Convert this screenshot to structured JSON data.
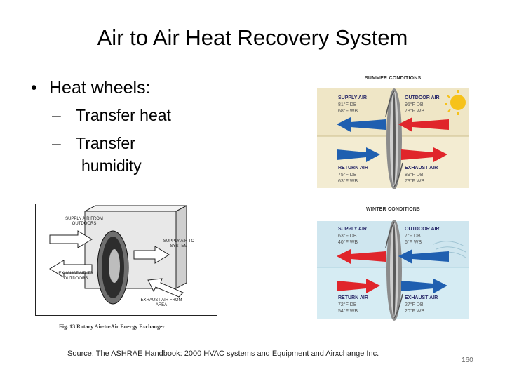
{
  "slide": {
    "title": "Air to Air Heat Recovery System",
    "bullet": "Heat wheels:",
    "sub_items": [
      "Transfer heat",
      "Transfer",
      "humidity"
    ],
    "source": "Source: The ASHRAE Handbook: 2000 HVAC systems and Equipment and Airxchange Inc.",
    "page_number": "160"
  },
  "summer": {
    "title": "SUMMER CONDITIONS",
    "supply_label": "SUPPLY AIR",
    "supply_db": "81°F DB",
    "supply_wb": "68°F WB",
    "outdoor_label": "OUTDOOR AIR",
    "outdoor_db": "95°F DB",
    "outdoor_wb": "78°F WB",
    "return_label": "RETURN AIR",
    "return_db": "75°F DB",
    "return_wb": "63°F WB",
    "exhaust_label": "EXHAUST AIR",
    "exhaust_db": "89°F DB",
    "exhaust_wb": "73°F WB"
  },
  "winter": {
    "title": "WINTER CONDITIONS",
    "supply_label": "SUPPLY AIR",
    "supply_db": "63°F DB",
    "supply_wb": "40°F WB",
    "outdoor_label": "OUTDOOR AIR",
    "outdoor_db": "7°F DB",
    "outdoor_wb": "6°F WB",
    "return_label": "RETURN AIR",
    "return_db": "72°F DB",
    "return_wb": "54°F WB",
    "exhaust_label": "EXHAUST AIR",
    "exhaust_db": "27°F DB",
    "exhaust_wb": "20°F WB"
  },
  "exchanger": {
    "supply_from_outdoors": "SUPPLY AIR FROM OUTDOORS",
    "supply_to_system": "SUPPLY AIR TO SYSTEM",
    "exhaust_to_outdoors": "EXHAUST AIR TO OUTDOORS",
    "exhaust_from_area": "EXHAUST AIR FROM AREA",
    "caption": "Fig. 13   Rotary Air-to-Air Energy Exchanger"
  },
  "colors": {
    "blue_arrow": "#1f5fb0",
    "red_arrow": "#e0252b",
    "summer_bg": "#f3ecd2",
    "winter_bg": "#d6ecf3",
    "sun": "#f6c21a"
  }
}
